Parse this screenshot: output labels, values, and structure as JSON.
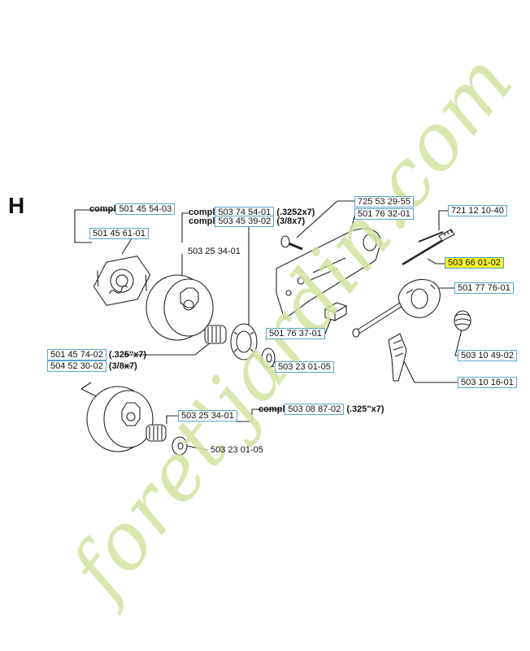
{
  "section_letter": "H",
  "watermark": "foret'jardin.com",
  "colors": {
    "highlight": "#f6f52a",
    "label_border": "#5aa6c4",
    "watermark": "#d3e3a2",
    "watermark_accent": "#f2c79a"
  },
  "labels": [
    {
      "prefix": "compl",
      "part": "501 45 54-03",
      "suffix": ""
    },
    {
      "prefix": "",
      "part": "501 45 61-01",
      "suffix": ""
    },
    {
      "prefix": "compl",
      "part": "503 74 54-01",
      "suffix": "(.3252x7)"
    },
    {
      "prefix": "compl",
      "part": "503 45 39-02",
      "suffix": "(3/8x7)"
    },
    {
      "prefix": "",
      "part": "503 25 34-01",
      "suffix": ""
    },
    {
      "prefix": "",
      "part": "725 53 29-55",
      "suffix": ""
    },
    {
      "prefix": "",
      "part": "501 76 32-01",
      "suffix": ""
    },
    {
      "prefix": "",
      "part": "721 12 10-40",
      "suffix": ""
    },
    {
      "prefix": "",
      "part": "503 66 01-02",
      "suffix": ""
    },
    {
      "prefix": "",
      "part": "501 77 76-01",
      "suffix": ""
    },
    {
      "prefix": "",
      "part": "501 76 37-01",
      "suffix": ""
    },
    {
      "prefix": "",
      "part": "503 10 49-02",
      "suffix": ""
    },
    {
      "prefix": "",
      "part": "501 45 74-02",
      "suffix": "(.325\"x7)"
    },
    {
      "prefix": "",
      "part": "504 52 30-02",
      "suffix": "(3/8x7)"
    },
    {
      "prefix": "",
      "part": "503 23 01-05",
      "suffix": ""
    },
    {
      "prefix": "",
      "part": "503 10 16-01",
      "suffix": ""
    },
    {
      "prefix": "compl",
      "part": "503 08 87-02",
      "suffix": "(.325\"x7)"
    },
    {
      "prefix": "",
      "part": "503 25 34-01",
      "suffix": ""
    },
    {
      "prefix": "",
      "part": "503 23 01-05",
      "suffix": ""
    }
  ]
}
